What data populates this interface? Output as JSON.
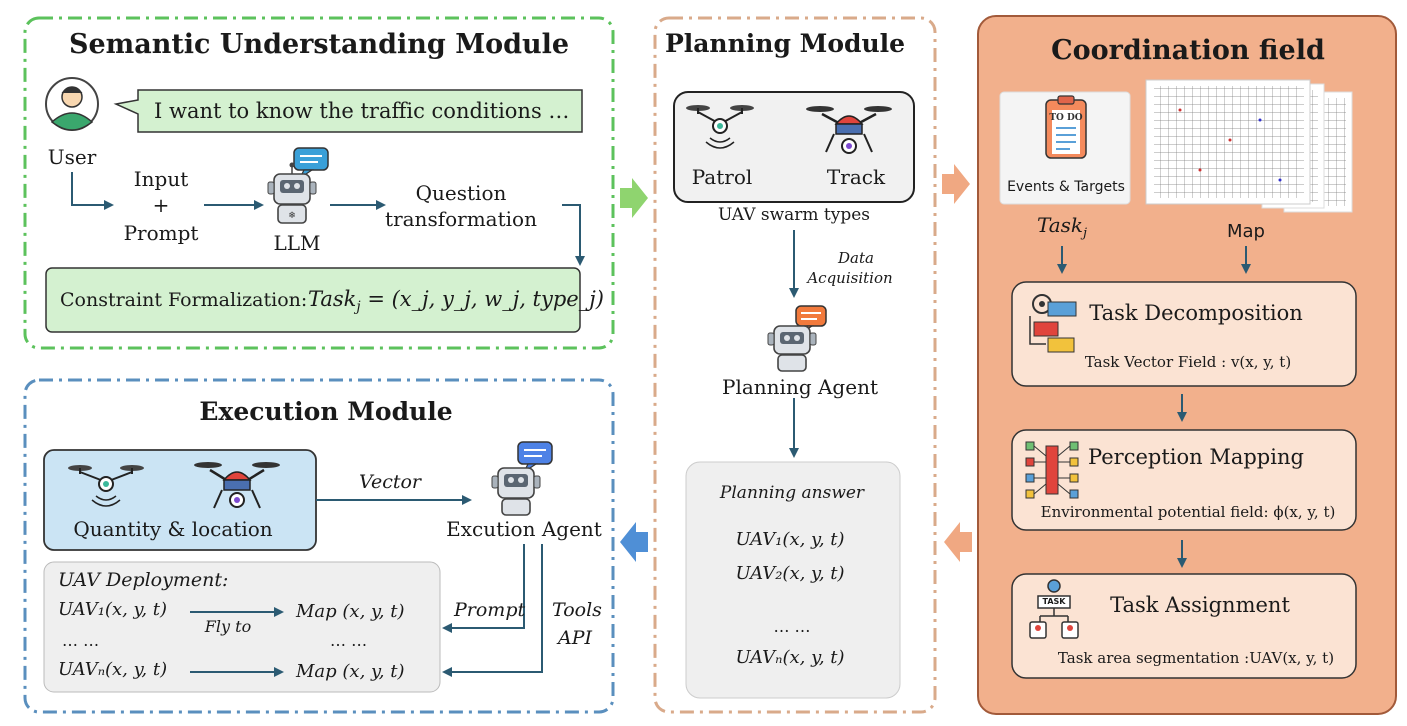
{
  "semantic": {
    "title": "Semantic Understanding Module",
    "speech": "I want to know the traffic conditions …",
    "user": "User",
    "input_line1": "Input",
    "input_plus": "+",
    "input_line3": "Prompt",
    "llm": "LLM",
    "question_line1": "Question",
    "question_line2": "transformation",
    "constraint_label": "Constraint Formalization:",
    "constraint_lhs": "Task",
    "constraint_lhs_sub": "j",
    "constraint_rhs": "= (x_j, y_j, w_j, type_j)"
  },
  "execution": {
    "title": "Execution Module",
    "quantity_location": "Quantity & location",
    "vector": "Vector",
    "agent": "Excution Agent",
    "prompt": "Prompt",
    "tools_line1": "Tools",
    "tools_line2": "API",
    "deployment_title": "UAV Deployment:",
    "uav1": "UAV₁(x, y, t)",
    "uav_dots": "… …",
    "uavn": "UAVₙ(x, y, t)",
    "fly_to": "Fly to",
    "map1": "Map (x, y, t)",
    "map_dots": "… …",
    "mapn": "Map (x, y, t)"
  },
  "planning": {
    "title": "Planning Module",
    "patrol": "Patrol",
    "track": "Track",
    "swarm_types": "UAV swarm types",
    "data_acq_line1": "Data",
    "data_acq_line2": "Acquisition",
    "agent": "Planning Agent",
    "answer_title": "Planning answer",
    "uav1": "UAV₁(x, y, t)",
    "uav2": "UAV₂(x, y, t)",
    "dots": "… …",
    "uavn": "UAVₙ(x, y, t)"
  },
  "coordination": {
    "title": "Coordination field",
    "todo": "TO DO",
    "events_targets": "Events & Targets",
    "map": "Map",
    "task_j": "Task",
    "task_j_sub": "j",
    "decomposition": "Task Decomposition",
    "decomposition_sub": "Task Vector Field : v(x, y, t)",
    "perception": "Perception Mapping",
    "perception_sub": "Environmental potential field: ϕ(x, y, t)",
    "assignment": "Task Assignment",
    "assignment_sub": "Task area segmentation :UAV(x, y, t)",
    "task_icon": "TASK"
  },
  "colors": {
    "green_border": "#5cc25c",
    "green_fill": "#d4f1d0",
    "blue_border": "#5a8fbe",
    "blue_fill": "#cbe4f4",
    "tan_border": "#d9aa8a",
    "coord_fill": "#f2b08c",
    "coord_border": "#a25a3a",
    "arrow_dark": "#2b5a72",
    "arrow_green": "#8fd46f",
    "arrow_orange": "#f0a882",
    "arrow_blue": "#4f8fd6"
  },
  "icons": [
    "user-icon",
    "llm-robot-icon",
    "patrol-drone-icon",
    "track-drone-icon",
    "planning-robot-icon",
    "execution-robot-icon",
    "todo-clipboard-icon",
    "map-grid-icon",
    "task-decomposition-icon",
    "perception-mapping-icon",
    "task-assignment-icon"
  ]
}
